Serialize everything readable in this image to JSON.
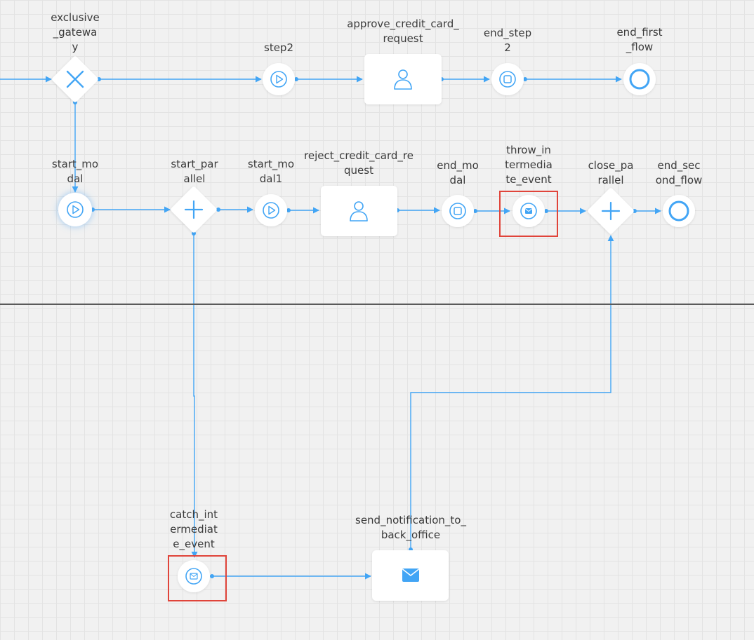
{
  "diagram": {
    "nodes": {
      "exclusive_gateway": {
        "label": "exclusive\n_gatewa\ny",
        "icon": "x-icon"
      },
      "step2": {
        "label": "step2",
        "icon": "play-icon"
      },
      "approve_credit_card_request": {
        "label": "approve_credit_card_\nrequest",
        "icon": "user-icon"
      },
      "end_step2": {
        "label": "end_step\n2",
        "icon": "stop-icon"
      },
      "end_first_flow": {
        "label": "end_first\n_flow",
        "icon": "end-circle-icon"
      },
      "start_modal": {
        "label": "start_mo\ndal",
        "icon": "play-icon"
      },
      "start_parallel": {
        "label": "start_par\nallel",
        "icon": "plus-icon"
      },
      "start_modal1": {
        "label": "start_mo\ndal1",
        "icon": "play-icon"
      },
      "reject_credit_card_request": {
        "label": "reject_credit_card_re\nquest",
        "icon": "user-icon"
      },
      "end_modal": {
        "label": "end_mo\ndal",
        "icon": "stop-icon"
      },
      "throw_intermediate_event": {
        "label": "throw_in\ntermedia\nte_event",
        "icon": "message-icon"
      },
      "close_parallel": {
        "label": "close_pa\nrallel",
        "icon": "plus-icon"
      },
      "end_second_flow": {
        "label": "end_sec\nond_flow",
        "icon": "end-circle-icon"
      },
      "catch_intermediate_event": {
        "label": "catch_int\nermediat\ne_event",
        "icon": "message-icon"
      },
      "send_notification_to_back_office": {
        "label": "send_notification_to_\nback_office",
        "icon": "envelope-icon"
      }
    },
    "colors": {
      "accent": "#42a5f5",
      "highlight": "#e0443a",
      "divider": "#5a5a5a",
      "node_fill": "#ffffff"
    }
  }
}
